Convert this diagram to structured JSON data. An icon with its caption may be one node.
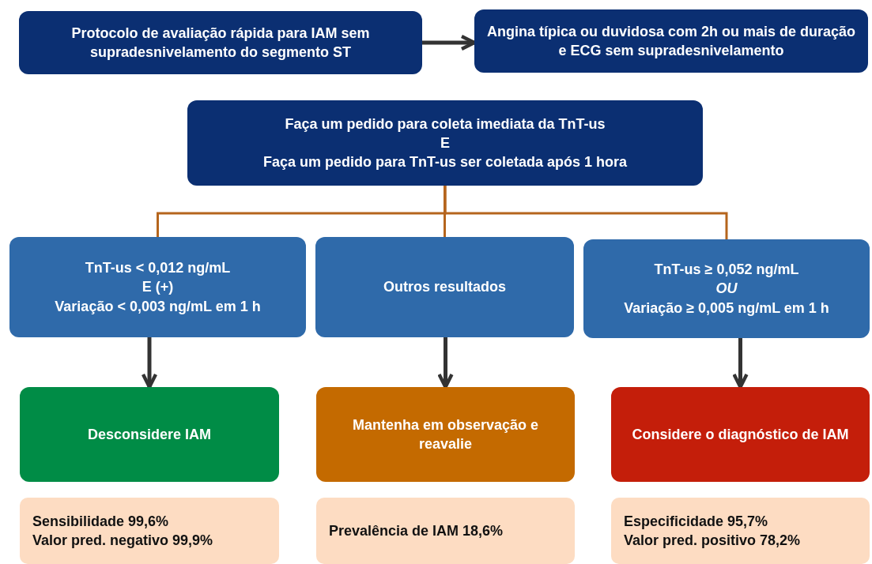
{
  "diagram": {
    "nodes": [
      {
        "text": [
          "Protocolo de avaliação rápida para IAM sem supradesnivelamento do segmento ST"
        ]
      },
      {
        "text": [
          "Angina típica ou duvidosa com 2h ou mais de duração e ECG sem supradesnivelamento"
        ]
      },
      {
        "text": [
          "Faça um pedido para coleta imediata da TnT-us",
          "E",
          "Faça um pedido para TnT-us ser coletada após 1 hora"
        ]
      },
      {
        "text": [
          "TnT-us < 0,012 ng/mL",
          "E (+)",
          "Variação < 0,003 ng/mL em 1 h"
        ]
      },
      {
        "text": [
          "Outros resultados"
        ]
      },
      {
        "text": [
          "TnT-us ≥ 0,052 ng/mL",
          "*OU*",
          "Variação ≥ 0,005 ng/mL em 1 h"
        ]
      },
      {
        "text": [
          "Desconsidere IAM"
        ]
      },
      {
        "text": [
          "Mantenha em observação e reavalie"
        ]
      },
      {
        "text": [
          "Considere o diagnóstico de IAM"
        ]
      },
      {
        "text": [
          "Sensibilidade 99,6%",
          "Valor pred. negativo 99,9%"
        ]
      },
      {
        "text": [
          "Prevalência de IAM 18,6%"
        ]
      },
      {
        "text": [
          "Especificidade 95,7%",
          "Valor pred. positivo 78,2%"
        ]
      }
    ],
    "edges": [
      {
        "from": 0,
        "to": 1,
        "arrow": "to"
      },
      {
        "from": 2,
        "to": 3,
        "arrow": "none",
        "color": "#b5651d"
      },
      {
        "from": 2,
        "to": 4,
        "arrow": "none",
        "color": "#b5651d"
      },
      {
        "from": 2,
        "to": 5,
        "arrow": "none",
        "color": "#b5651d"
      },
      {
        "from": 3,
        "to": 6,
        "arrow": "to"
      },
      {
        "from": 4,
        "to": 7,
        "arrow": "to"
      },
      {
        "from": 5,
        "to": 8,
        "arrow": "to"
      }
    ]
  }
}
